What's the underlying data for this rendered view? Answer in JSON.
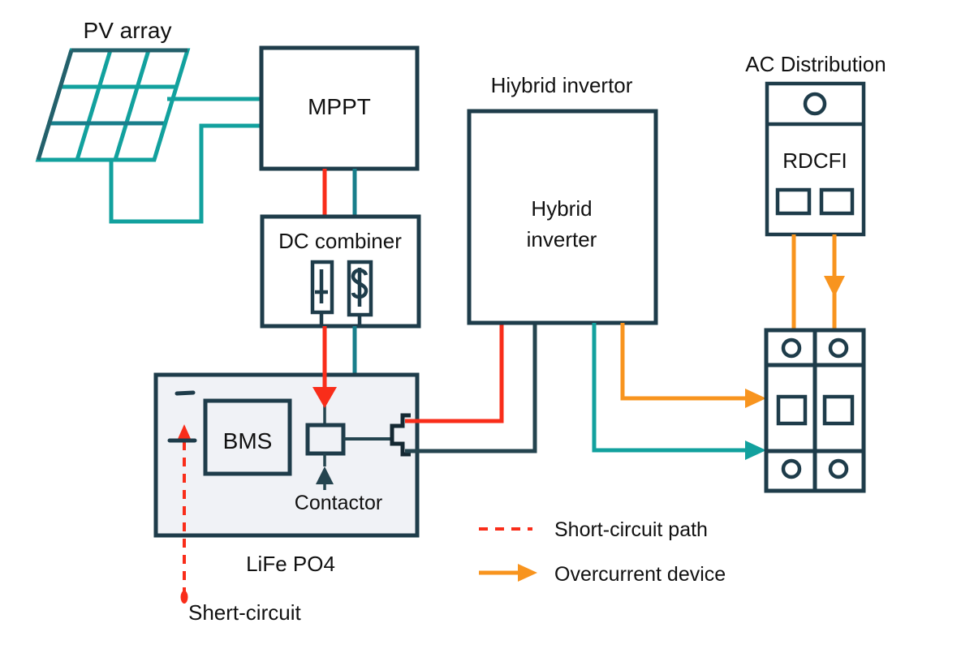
{
  "diagram": {
    "labels": {
      "pv_array": "PV array",
      "mppt": "MPPT",
      "dc_combiner": "DC combiner",
      "hybrid_inverter_title": "Hiybrid invertor",
      "hybrid_inverter_line1": "Hybrid",
      "hybrid_inverter_line2": "inverter",
      "ac_distribution": "AC Distribution",
      "rdcfi": "RDCFI",
      "bms": "BMS",
      "contactor": "Contactor",
      "battery": "LiFe PO4",
      "short_circuit_annotation": "Shert-circuit"
    },
    "legend": {
      "items": [
        {
          "symbol": "red-dashed-line",
          "label": "Short-circuit path"
        },
        {
          "symbol": "orange-arrow",
          "label": "Overcurrent device"
        }
      ]
    },
    "colors": {
      "teal": "#12a19e",
      "dark_teal": "#187e8b",
      "navy": "#1e3c4a",
      "red": "#f92d1a",
      "orange": "#f8941e",
      "battery_fill": "#f0f2f6",
      "background": "#ffffff"
    }
  }
}
